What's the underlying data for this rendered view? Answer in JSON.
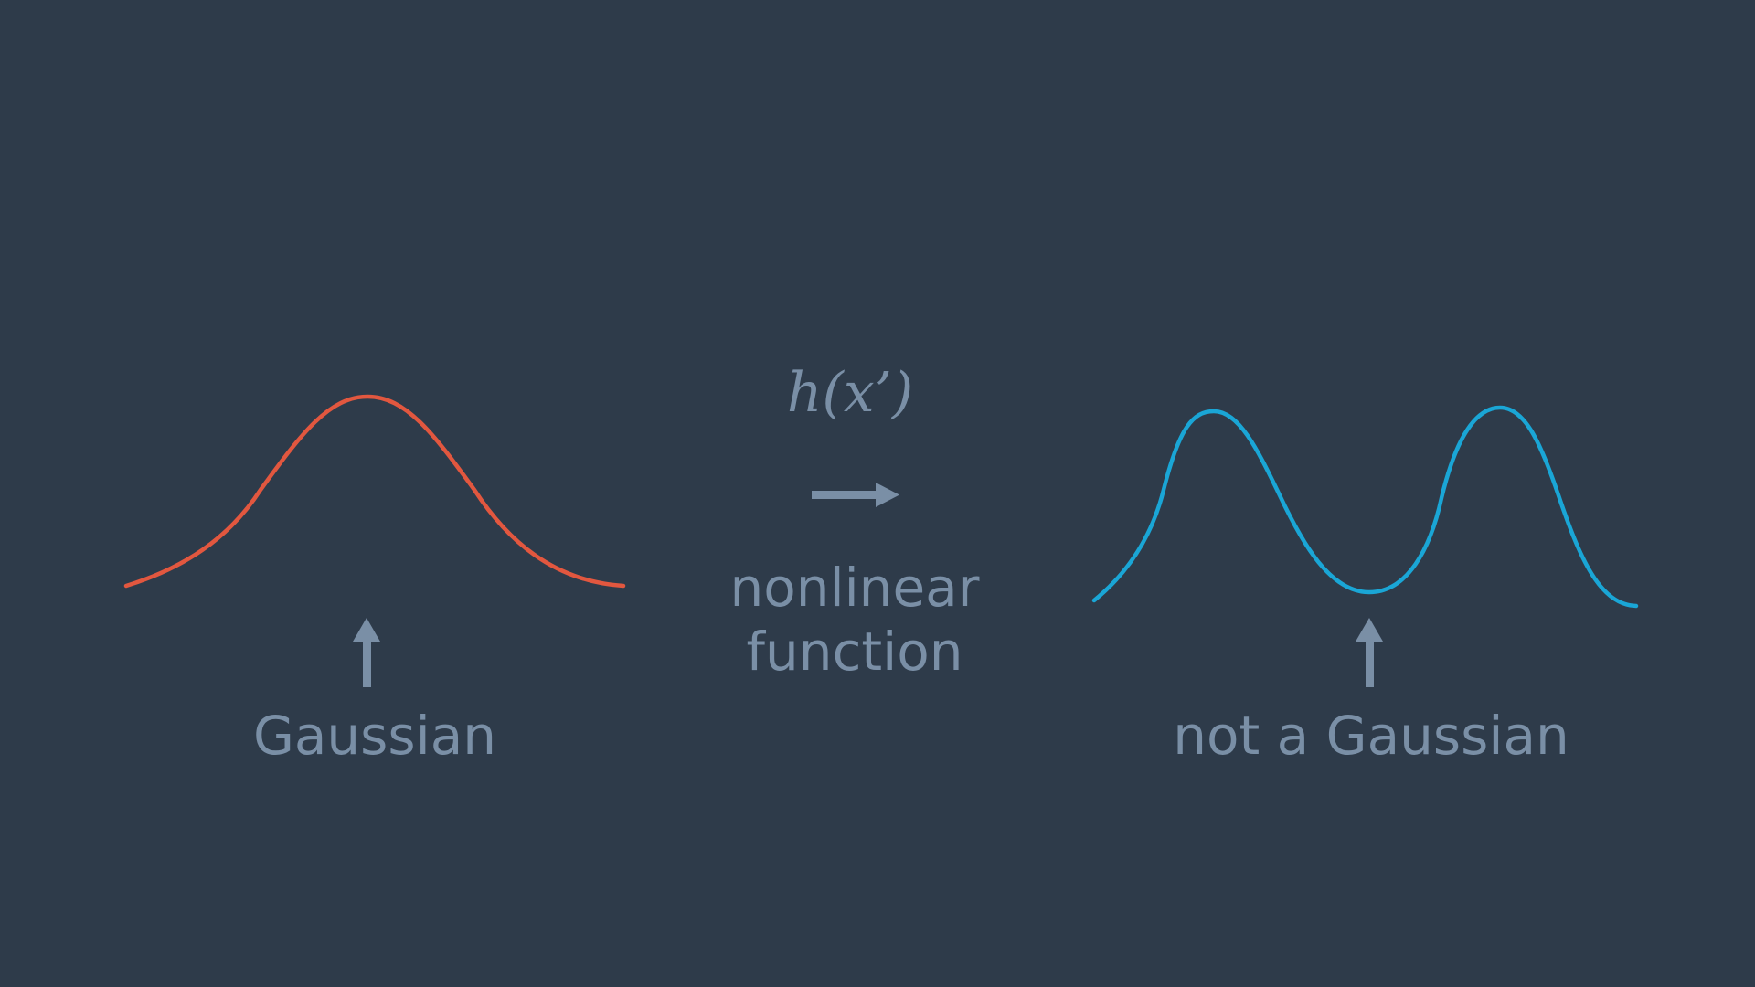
{
  "left_panel": {
    "caption": "Gaussian",
    "curve_color": "#e2573f",
    "arrow_icon": "up-arrow-icon"
  },
  "transform": {
    "formula": "h(x’)",
    "arrow_icon": "right-arrow-icon",
    "label_line1": "nonlinear",
    "label_line2": "function"
  },
  "right_panel": {
    "caption": "not a Gaussian",
    "curve_color": "#1aa6d6",
    "arrow_icon": "up-arrow-icon"
  },
  "colors": {
    "background": "#2e3b4a",
    "text": "#7a8fa6",
    "arrow": "#7a8fa6"
  }
}
